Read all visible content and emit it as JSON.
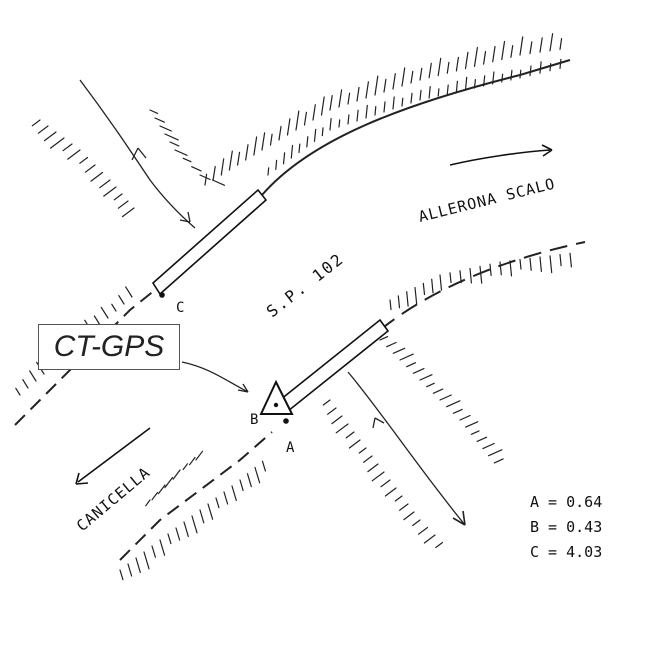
{
  "labels": {
    "road": "S.P. 102",
    "direction_east": "ALLERONA SCALO",
    "direction_west": "CANICELLA",
    "instrument": "CT-GPS",
    "point_a": "A",
    "point_b": "B",
    "point_c": "C"
  },
  "legend": [
    {
      "key": "A",
      "sep": " = ",
      "value": "0.64"
    },
    {
      "key": "B",
      "sep": " = ",
      "value": "0.43"
    },
    {
      "key": "C",
      "sep": " = ",
      "value": "4.03"
    }
  ]
}
